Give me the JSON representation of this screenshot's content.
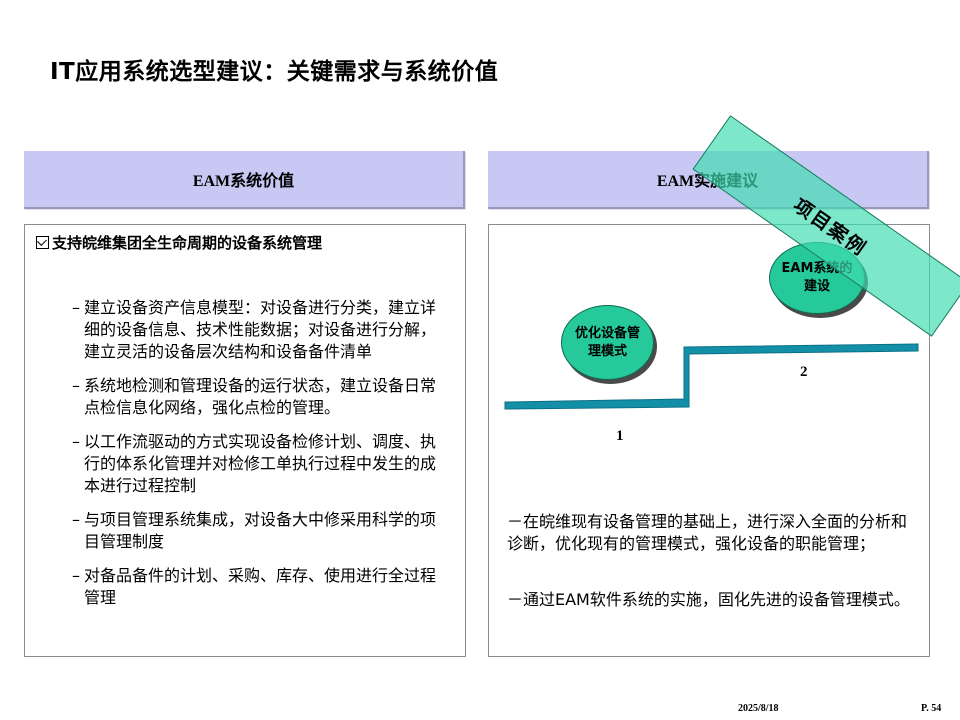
{
  "slide": {
    "title": "IT应用系统选型建议：关键需求与系统价值"
  },
  "left": {
    "header": "EAM系统价值",
    "section_title": "支持皖维集团全生命周期的设备系统管理",
    "bullets": [
      "建立设备资产信息模型：对设备进行分类，建立详细的设备信息、技术性能数据；对设备进行分解，建立灵活的设备层次结构和设备备件清单",
      "系统地检测和管理设备的运行状态，建立设备日常点检信息化网络，强化点检的管理。",
      "以工作流驱动的方式实现设备检修计划、调度、执行的体系化管理并对检修工单执行过程中发生的成本进行过程控制",
      "与项目管理系统集成，对设备大中修采用科学的项目管理制度",
      "对备品备件的计划、采购、库存、使用进行全过程管理"
    ]
  },
  "right": {
    "header": "EAM实施建议",
    "step1_label": "优化设备管理模式",
    "step2_label": "EAM系统的建设",
    "step1_num": "1",
    "step2_num": "2",
    "text1": "－在皖维现有设备管理的基础上，进行深入全面的分析和诊断，优化现有的管理模式，强化设备的职能管理；",
    "text2": "－通过EAM软件系统的实施，固化先进的设备管理模式。",
    "banner": "项目案例"
  },
  "footer": {
    "date": "2025/8/18",
    "page": "P. 54"
  },
  "colors": {
    "header_bg": "#c8c8f5",
    "oval_green": "#25c99a",
    "banner_green": "#40dcaf",
    "step_line": "#1390a8"
  }
}
